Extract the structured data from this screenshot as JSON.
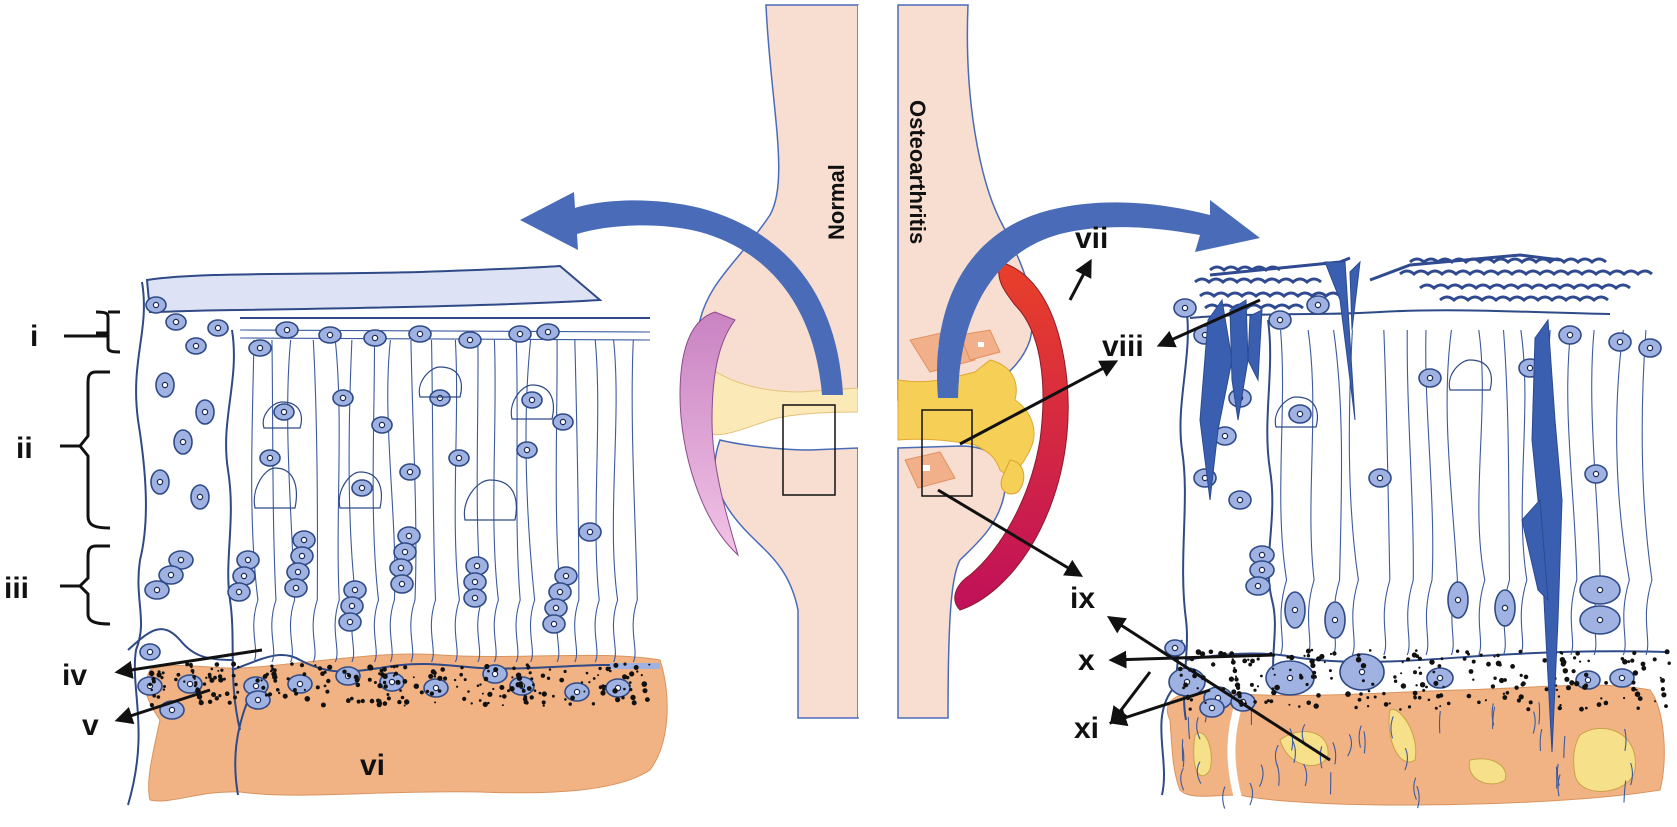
{
  "labels": {
    "i": "i",
    "ii": "ii",
    "iii": "iii",
    "iv": "iv",
    "v": "v",
    "vi": "vi",
    "vii": "vii",
    "viii": "viii",
    "ix": "ix",
    "x": "x",
    "xi": "xi"
  },
  "joint": {
    "normal_label": "Normal",
    "osteoarthritis_label": "Osteoarthritis"
  },
  "colors": {
    "bone": "#f8ded0",
    "cartilage": "#fdebc3",
    "subchondral_bone": "#f2b384",
    "cell_fill": "#9fb2e2",
    "outline": "#2f4a86",
    "arrow_blue": "#4a6cb8",
    "synovium_normal": "#d88cc6",
    "synovium_oa_top": "#e8402a",
    "synovium_oa_bottom": "#c0105a",
    "osteophyte": "#f6cf56",
    "cyst": "#f7e08a"
  }
}
